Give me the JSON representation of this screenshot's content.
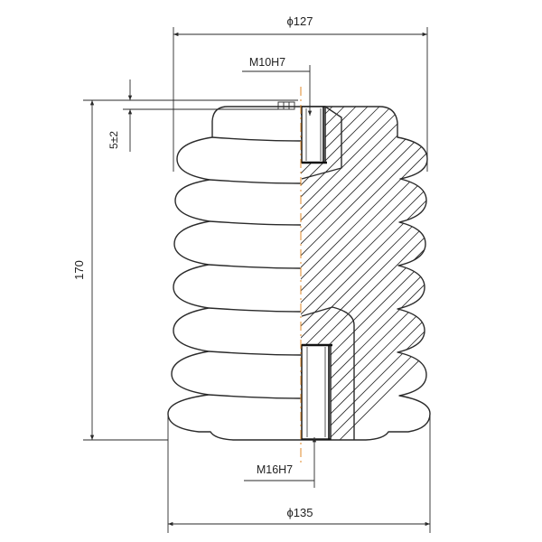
{
  "drawing": {
    "top_diameter": "ϕ127",
    "bottom_diameter": "ϕ135",
    "top_thread": "M10H7",
    "bottom_thread": "M16H7",
    "height": "170",
    "recess_depth": "5±2"
  },
  "colors": {
    "line": "#2a2a2a",
    "centerline": "#e08a2a",
    "background": "#ffffff"
  }
}
